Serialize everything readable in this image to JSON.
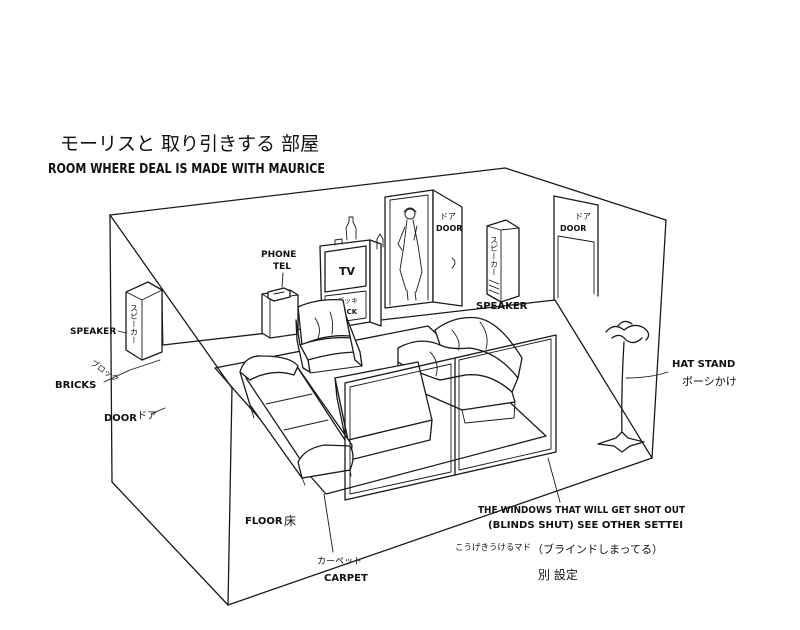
{
  "title": {
    "ja": "モーリスと 取り引きする 部屋",
    "en": "ROOM WHERE DEAL IS MADE WITH MAURICE"
  },
  "labels": {
    "phone": "PHONE",
    "tel": "TEL",
    "tv": "TV",
    "deck_ja": "デッキ",
    "deck": "DECK",
    "back_door_ja": "ドア",
    "back_door": "DOOR",
    "right_speaker_ja": "スピーカー",
    "right_speaker": "SPEAKER",
    "right_door_ja": "ドア",
    "right_door": "DOOR",
    "left_speaker": "SPEAKER",
    "left_speaker_ja": "スピーカー",
    "bricks": "BRICKS",
    "bricks_ja": "ブロック",
    "left_door": "DOOR",
    "left_door_ja": "ドア",
    "hat_stand": "HAT STAND",
    "hat_stand_ja": "ボーシかけ",
    "floor": "FLOOR",
    "floor_ja": "床",
    "carpet_ja": "カーペット",
    "carpet": "CARPET"
  },
  "windows_note": {
    "line1": "THE WINDOWS THAT WILL GET SHOT OUT",
    "line2": "(BLINDS SHUT) SEE OTHER SETTEI",
    "ja1": "こうげきうけるマド",
    "ja2": "（ブラインドしまってる）",
    "ja3": "別 設定"
  },
  "style": {
    "ink_color": "#1a1a1a",
    "paper_color": "#ffffff"
  }
}
